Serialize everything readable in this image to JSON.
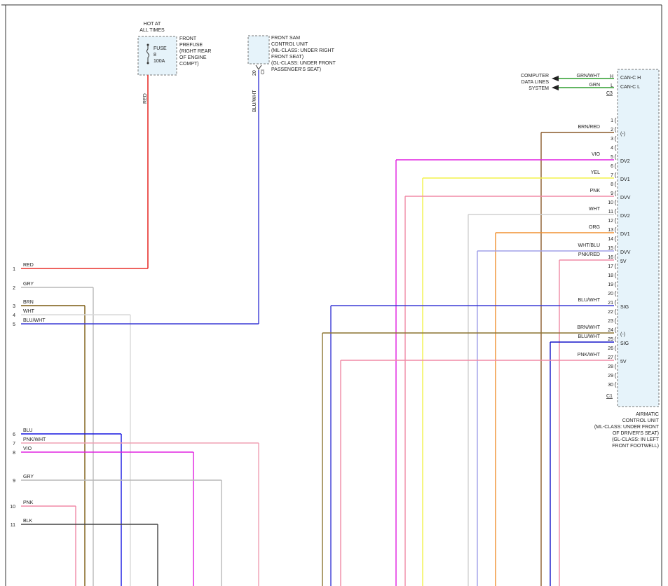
{
  "fuse_block": {
    "hot_label": [
      "HOT AT",
      "ALL TIMES"
    ],
    "fuse_label": [
      "FUSE",
      "8",
      "100A"
    ],
    "location": [
      "FRONT",
      "PREFUSE",
      "(RIGHT REAR",
      "OF ENGINE",
      "COMPT)"
    ],
    "wire": "RED"
  },
  "sam": {
    "label": [
      "FRONT SAM",
      "CONTROL UNIT",
      "(ML-CLASS: UNDER RIGHT",
      "FRONT SEAT)",
      "(GL-CLASS: UNDER FRONT",
      "PASSENGER'S SEAT)"
    ],
    "pin": "20",
    "connector": "CI",
    "wire": "BLU/WHT"
  },
  "computer_data_lines": {
    "label": [
      "COMPUTER",
      "DATA LINES",
      "SYSTEM"
    ],
    "lines": [
      {
        "wire": "GRN/WHT",
        "pin": "H",
        "name": "CAN-C H",
        "color": "#2e9e2e"
      },
      {
        "wire": "GRN",
        "pin": "L",
        "name": "CAN-C L",
        "color": "#2e9e2e"
      }
    ],
    "connector": "C3"
  },
  "airmatic": {
    "label": [
      "AIRMATIC",
      "CONTROL UNIT",
      "(ML-CLASS: UNDER FRONT",
      "OF DRIVER'S SEAT)",
      "(GL-CLASS: IN LEFT",
      "FRONT FOOTWELL)"
    ],
    "connector": "C1",
    "pins": [
      {
        "pin": "1",
        "wire": "",
        "func": ""
      },
      {
        "pin": "2",
        "wire": "BRN/RED",
        "func": "(-)"
      },
      {
        "pin": "3",
        "wire": "",
        "func": ""
      },
      {
        "pin": "4",
        "wire": "",
        "func": ""
      },
      {
        "pin": "5",
        "wire": "VIO",
        "func": "DV2"
      },
      {
        "pin": "6",
        "wire": "",
        "func": ""
      },
      {
        "pin": "7",
        "wire": "YEL",
        "func": "DV1"
      },
      {
        "pin": "8",
        "wire": "",
        "func": ""
      },
      {
        "pin": "9",
        "wire": "PNK",
        "func": "DVV"
      },
      {
        "pin": "10",
        "wire": "",
        "func": ""
      },
      {
        "pin": "11",
        "wire": "WHT",
        "func": "DV2"
      },
      {
        "pin": "12",
        "wire": "",
        "func": ""
      },
      {
        "pin": "13",
        "wire": "ORG",
        "func": "DV1"
      },
      {
        "pin": "14",
        "wire": "",
        "func": ""
      },
      {
        "pin": "15",
        "wire": "WHT/BLU",
        "func": "DVV"
      },
      {
        "pin": "16",
        "wire": "PNK/RED",
        "func": "5V"
      },
      {
        "pin": "17",
        "wire": "",
        "func": ""
      },
      {
        "pin": "18",
        "wire": "",
        "func": ""
      },
      {
        "pin": "19",
        "wire": "",
        "func": ""
      },
      {
        "pin": "20",
        "wire": "",
        "func": ""
      },
      {
        "pin": "21",
        "wire": "BLU/WHT",
        "func": "SIG"
      },
      {
        "pin": "22",
        "wire": "",
        "func": ""
      },
      {
        "pin": "23",
        "wire": "",
        "func": ""
      },
      {
        "pin": "24",
        "wire": "BRN/WHT",
        "func": "(-)"
      },
      {
        "pin": "25",
        "wire": "BLU/WHT",
        "func": "SIG"
      },
      {
        "pin": "26",
        "wire": "",
        "func": ""
      },
      {
        "pin": "27",
        "wire": "PNK/WHT",
        "func": "5V"
      },
      {
        "pin": "28",
        "wire": "",
        "func": ""
      },
      {
        "pin": "29",
        "wire": "",
        "func": ""
      },
      {
        "pin": "30",
        "wire": "",
        "func": ""
      }
    ]
  },
  "left_wires": [
    {
      "num": "1",
      "wire": "RED",
      "color": "#e8312c"
    },
    {
      "num": "2",
      "wire": "GRY",
      "color": "#b8b8b8"
    },
    {
      "num": "3",
      "wire": "BRN",
      "color": "#7a5a10"
    },
    {
      "num": "4",
      "wire": "WHT",
      "color": "#d8d8d8"
    },
    {
      "num": "5",
      "wire": "BLU/WHT",
      "color": "#3c3cd6"
    },
    {
      "num": "6",
      "wire": "BLU",
      "color": "#1414e0"
    },
    {
      "num": "7",
      "wire": "PNK/WHT",
      "color": "#f0a0b4"
    },
    {
      "num": "8",
      "wire": "VIO",
      "color": "#e020e0"
    },
    {
      "num": "9",
      "wire": "GRY",
      "color": "#b8b8b8"
    },
    {
      "num": "10",
      "wire": "PNK",
      "color": "#f08aa6"
    },
    {
      "num": "11",
      "wire": "BLK",
      "color": "#444444"
    }
  ]
}
